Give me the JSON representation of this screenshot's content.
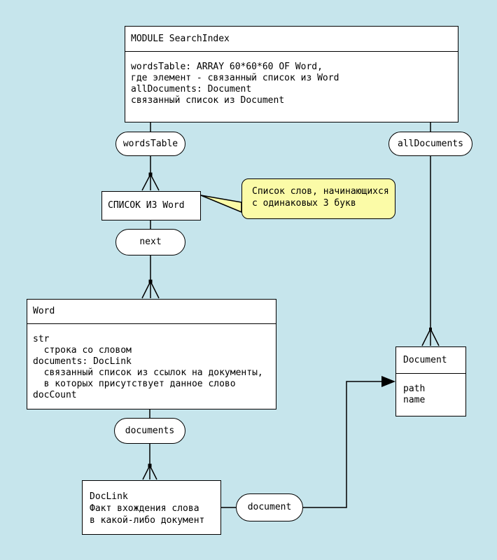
{
  "colors": {
    "background": "#c6e5ec",
    "box_fill": "#ffffff",
    "border": "#000000",
    "note_fill": "#fbfba7"
  },
  "module_box": {
    "title": "MODULE SearchIndex",
    "body_lines": [
      "wordsTable: ARRAY 60*60*60 OF Word,",
      "где элемент - связанный список из Word",
      "allDocuments: Document",
      "связанный список из Document"
    ]
  },
  "ovals": {
    "words_table": "wordsTable",
    "all_documents": "allDocuments",
    "next": "next",
    "documents": "documents",
    "document": "document"
  },
  "spisok_box": {
    "label": "СПИСОК ИЗ Word"
  },
  "note": {
    "lines": [
      "Список слов, начинающихся",
      "с одинаковых 3 букв"
    ]
  },
  "word_box": {
    "title": "Word",
    "body_lines": [
      "str",
      "  строка со словом",
      "documents: DocLink",
      "  связанный список из ссылок на документы,",
      "  в которых присутствует данное слово",
      "docCount"
    ]
  },
  "doclink_box": {
    "lines": [
      "DocLink",
      "Факт вхождения слова",
      "в какой-либо документ"
    ]
  },
  "document_box": {
    "title": "Document",
    "fields": [
      "path",
      "name"
    ]
  }
}
